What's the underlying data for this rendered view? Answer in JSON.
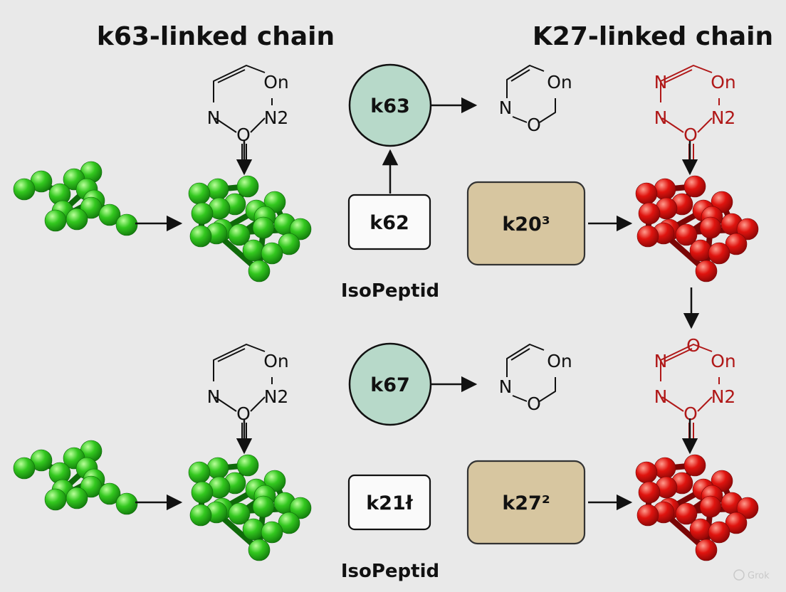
{
  "titles": {
    "left": "k63-linked chain",
    "right": "K27-linked chain"
  },
  "nodes": {
    "circle_top": "k63",
    "circle_bottom": "k67",
    "box_top": "k62",
    "box_bottom": "k21ł",
    "tan_top": "k20³",
    "tan_bottom": "k27²"
  },
  "captions": {
    "iso_top": "IsoPeptid",
    "iso_bottom": "IsoPeptid"
  },
  "atoms": {
    "N": "N",
    "On": "On",
    "N2": "N2",
    "O": "O"
  },
  "watermark": "Grok",
  "colors": {
    "background": "#e9e9e9",
    "green": "#1fb71a",
    "red": "#d8100f",
    "teal_circle": "#b7d9c9",
    "tan_box": "#d7c6a0",
    "red_text": "#b01818"
  }
}
